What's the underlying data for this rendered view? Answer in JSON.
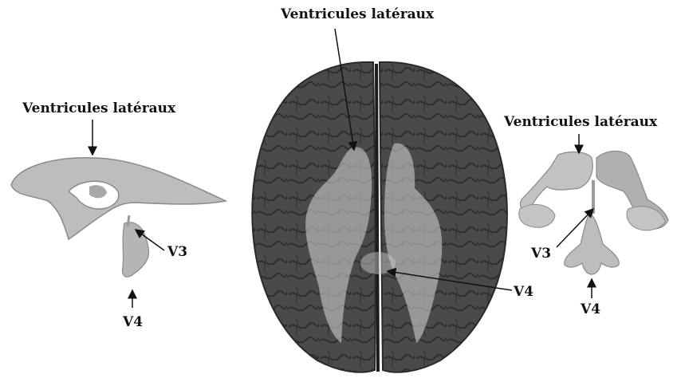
{
  "labels": {
    "center_top": "Ventricules latéraux",
    "left_top": "Ventricules latéraux",
    "right_top": "Ventricules latéraux",
    "left_v3": "V3",
    "left_v4": "V4",
    "center_v4": "V4",
    "right_v3": "V3",
    "right_v4": "V4"
  },
  "colors": {
    "brain": "#4a4a4a",
    "brain_dark": "#2f2f2f",
    "ventricle": "#c9c9c9",
    "ventricle_shadow": "#9a9a9a"
  }
}
